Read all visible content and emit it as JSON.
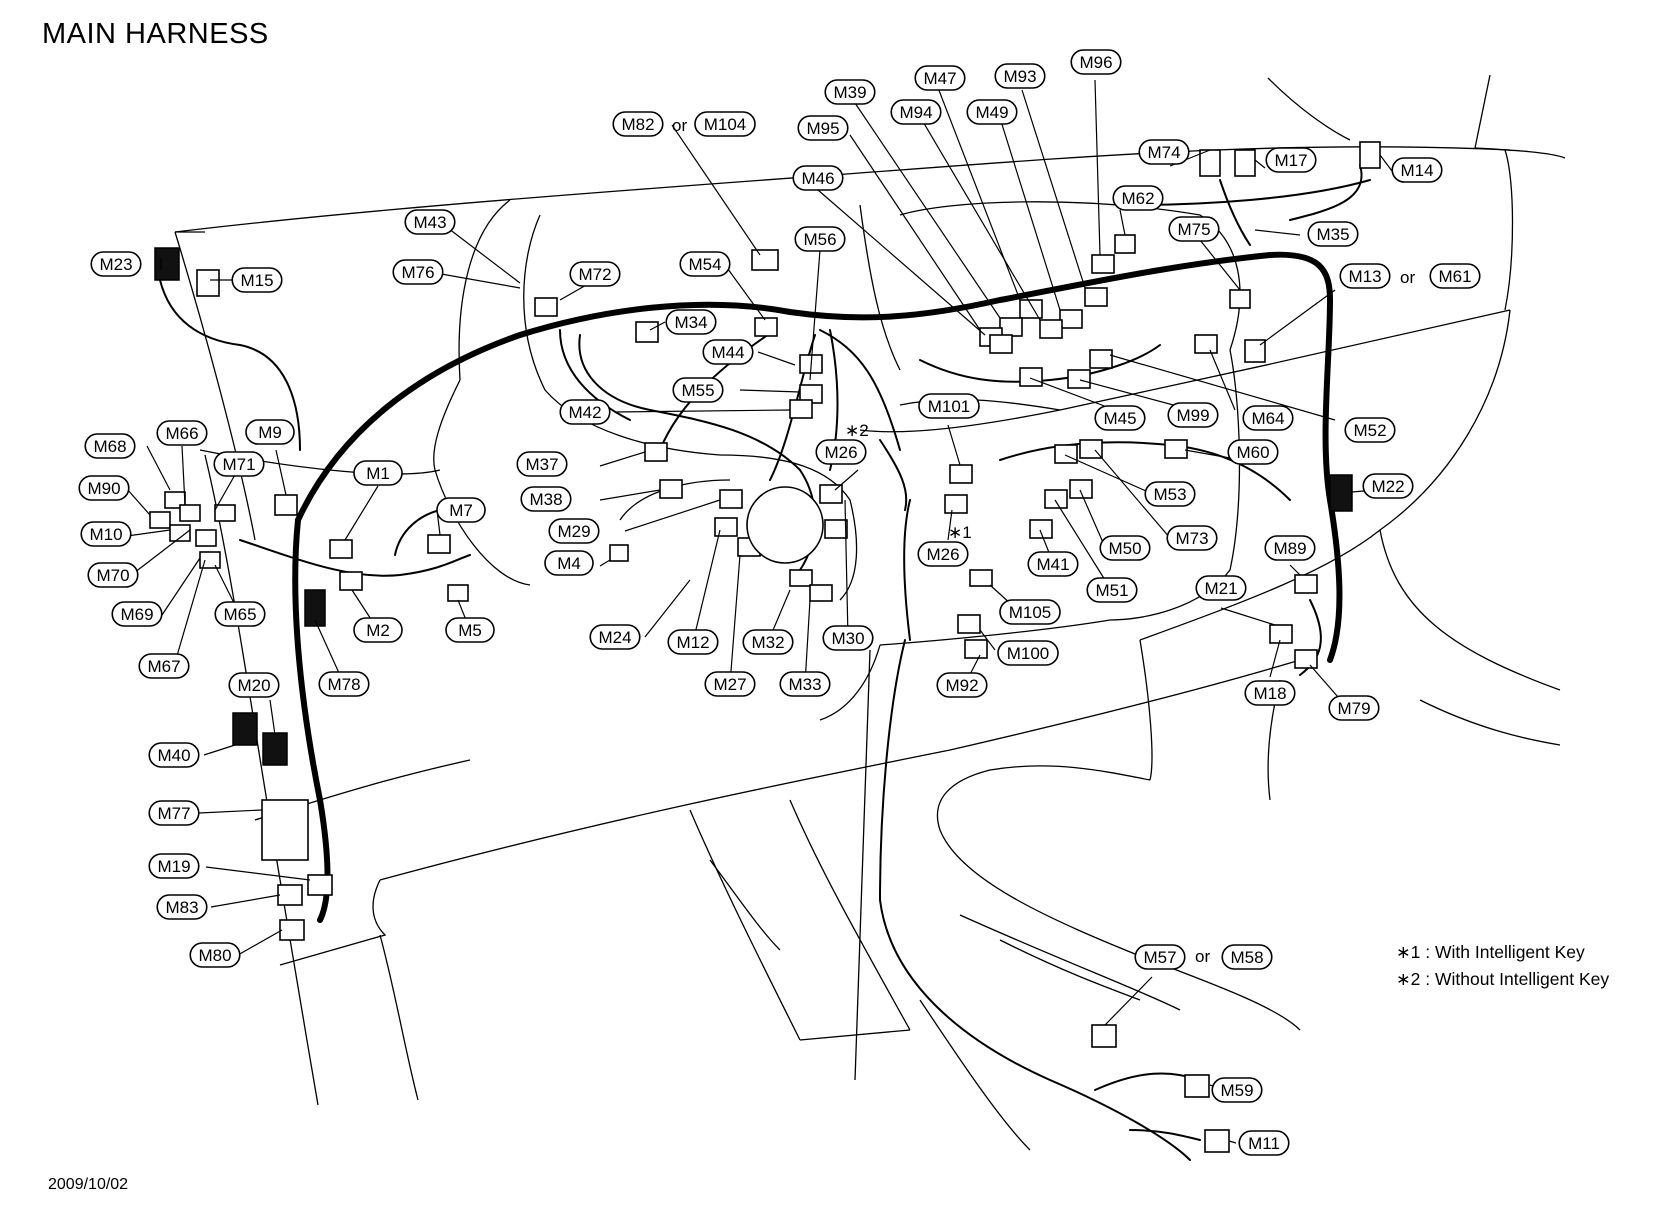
{
  "title": "MAIN HARNESS",
  "date": "2009/10/02",
  "legend": [
    "∗1 : With Intelligent Key",
    "∗2 : Without Intelligent Key"
  ],
  "or_word": "or",
  "star_marks": {
    "star1": "∗1",
    "star2": "∗2"
  },
  "connectors": [
    "M1",
    "M2",
    "M4",
    "M5",
    "M7",
    "M9",
    "M10",
    "M11",
    "M12",
    "M13",
    "M14",
    "M15",
    "M17",
    "M18",
    "M19",
    "M20",
    "M21",
    "M22",
    "M23",
    "M24",
    "M26",
    "M27",
    "M29",
    "M30",
    "M32",
    "M33",
    "M34",
    "M35",
    "M37",
    "M38",
    "M39",
    "M40",
    "M41",
    "M42",
    "M43",
    "M44",
    "M45",
    "M46",
    "M47",
    "M49",
    "M50",
    "M51",
    "M52",
    "M53",
    "M54",
    "M55",
    "M56",
    "M57",
    "M58",
    "M59",
    "M60",
    "M61",
    "M62",
    "M64",
    "M65",
    "M66",
    "M67",
    "M68",
    "M69",
    "M70",
    "M71",
    "M72",
    "M73",
    "M74",
    "M75",
    "M76",
    "M77",
    "M78",
    "M79",
    "M80",
    "M82",
    "M83",
    "M89",
    "M90",
    "M92",
    "M93",
    "M94",
    "M95",
    "M96",
    "M99",
    "M100",
    "M101",
    "M104",
    "M105"
  ]
}
